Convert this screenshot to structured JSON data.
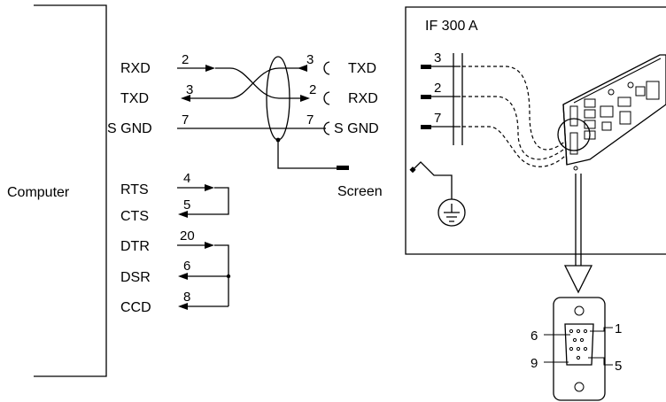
{
  "computer": {
    "label": "Computer"
  },
  "signals_left": [
    {
      "name": "RXD",
      "pin": "2"
    },
    {
      "name": "TXD",
      "pin": "3"
    },
    {
      "name": "S GND",
      "pin": "7"
    }
  ],
  "signals_right": [
    {
      "name": "TXD",
      "pin": "3"
    },
    {
      "name": "RXD",
      "pin": "2"
    },
    {
      "name": "S GND",
      "pin": "7"
    }
  ],
  "handshake": [
    {
      "name": "RTS",
      "pin": "4"
    },
    {
      "name": "CTS",
      "pin": "5"
    },
    {
      "name": "DTR",
      "pin": "20"
    },
    {
      "name": "DSR",
      "pin": "6"
    },
    {
      "name": "CCD",
      "pin": "8"
    }
  ],
  "screen": {
    "label": "Screen"
  },
  "device": {
    "title": "IF 300 A",
    "pins": [
      "3",
      "2",
      "7"
    ]
  },
  "dsub": {
    "pin_labels": {
      "top_left": "6",
      "top_right": "1",
      "bottom_left": "9",
      "bottom_right": "5"
    }
  },
  "icons": [
    "ground-symbol-icon",
    "device-pcb-icon",
    "dsub9-connector-icon"
  ],
  "colors": {
    "line": "#000000",
    "background": "#ffffff"
  }
}
